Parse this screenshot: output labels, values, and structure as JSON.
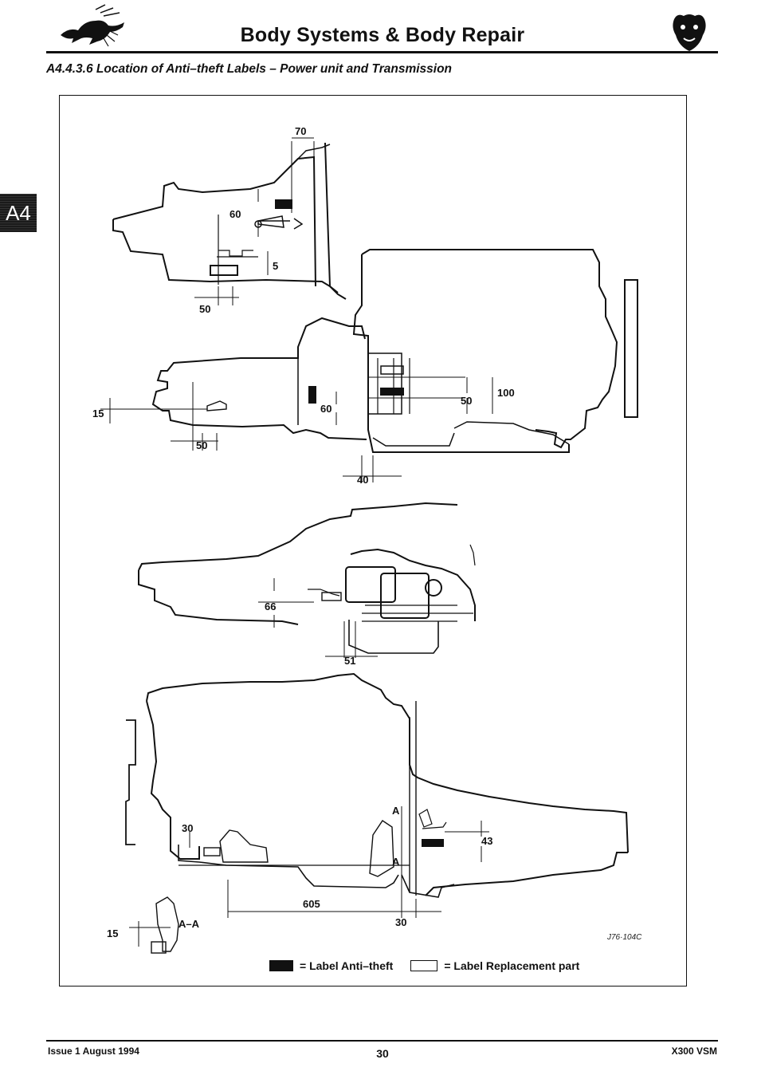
{
  "header": {
    "title": "Body Systems & Body Repair",
    "left_logo_icon": "leaping-jaguar-icon",
    "right_logo_icon": "jaguar-head-icon"
  },
  "side_tab": {
    "label": "A4"
  },
  "section": {
    "heading": "A4.4.3.6 Location of Anti–theft Labels – Power unit and Transmission"
  },
  "figure": {
    "dimensions": {
      "d70": "70",
      "d60a": "60",
      "d5": "5",
      "d50a": "50",
      "d100": "100",
      "d50b": "50",
      "d15a": "15",
      "d60b": "60",
      "d50c": "50",
      "d40": "40",
      "d66": "66",
      "d51": "51",
      "d30a": "30",
      "dA1": "A",
      "dA2": "A",
      "d43": "43",
      "d605": "605",
      "d30b": "30",
      "dAA": "A–A",
      "d15b": "15"
    },
    "reference_code": "J76·104C",
    "legend": {
      "anti_theft": "= Label Anti–theft",
      "replacement": "= Label Replacement part"
    }
  },
  "footer": {
    "issue": "Issue 1 August 1994",
    "page_number": "30",
    "manual": "X300 VSM"
  },
  "colors": {
    "ink": "#111111",
    "paper": "#ffffff"
  }
}
